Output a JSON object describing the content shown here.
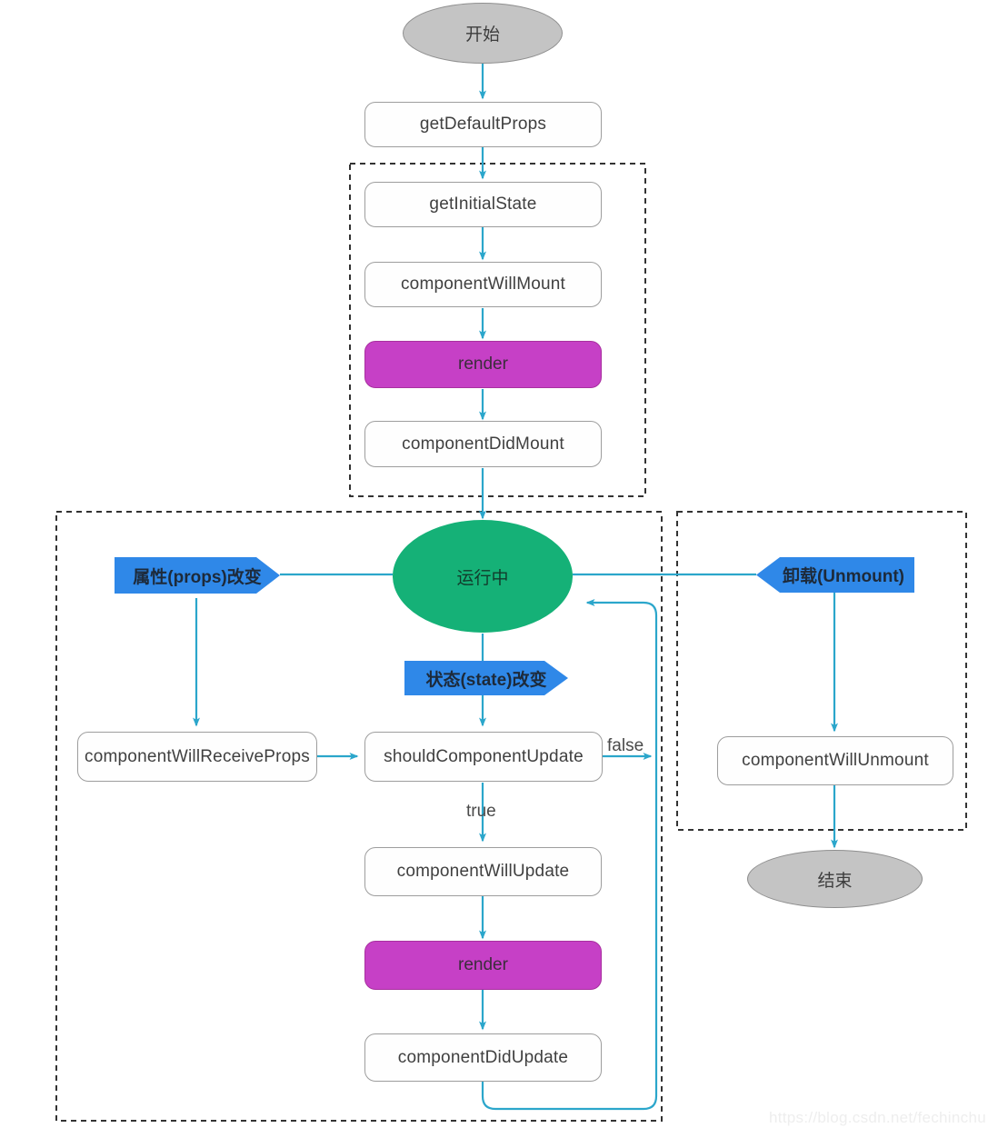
{
  "diagram": {
    "title": "React Component Lifecycle Flowchart",
    "colors": {
      "process_fill": "#fefefe",
      "process_border": "#9d9d9d",
      "render_fill": "#c640c6",
      "terminator_fill": "#c4c4c4",
      "running_fill": "#15b177",
      "chevron_fill": "#2f88e8",
      "arrow": "#2ba6cb",
      "group_border": "#333333"
    },
    "nodes": {
      "start": "开始",
      "get_default_props": "getDefaultProps",
      "get_initial_state": "getInitialState",
      "component_will_mount": "componentWillMount",
      "render_mount": "render",
      "component_did_mount": "componentDidMount",
      "running": "运行中",
      "props_change": "属性(props)改变",
      "state_change": "状态(state)改变",
      "unmount_trigger": "卸载(Unmount)",
      "component_will_receive_props": "componentWillReceiveProps",
      "should_component_update": "shouldComponentUpdate",
      "component_will_update": "componentWillUpdate",
      "render_update": "render",
      "component_did_update": "componentDidUpdate",
      "component_will_unmount": "componentWillUnmount",
      "end": "结束"
    },
    "edge_labels": {
      "false": "false",
      "true": "true"
    },
    "watermark": "https://blog.csdn.net/fechinchu"
  }
}
